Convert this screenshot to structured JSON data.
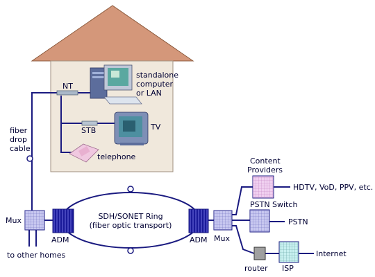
{
  "labels": {
    "nt": "NT",
    "standalone": "standalone",
    "computer": "computer",
    "or_lan": "or LAN",
    "stb": "STB",
    "tv": "TV",
    "telephone": "telephone",
    "fiber": "fiber",
    "drop": "drop",
    "cable": "cable",
    "mux_left": "Mux",
    "to_other_homes": "to other homes",
    "adm_left": "ADM",
    "ring_title": "SDH/SONET Ring",
    "ring_subtitle": "(fiber optic transport)",
    "adm_right": "ADM",
    "mux_right": "Mux",
    "content": "Content",
    "providers": "Providers",
    "hdtv": "HDTV, VoD, PPV, etc.",
    "pstn_switch": "PSTN Switch",
    "pstn": "PSTN",
    "router": "router",
    "isp": "ISP",
    "internet": "Internet"
  },
  "colors": {
    "roof": "#d4977a",
    "roof_stroke": "#8c5a3c",
    "house_wall": "#f0e8dc",
    "house_stroke": "#a09080",
    "line": "#1a1a80",
    "adm_fill": "#1a1a99",
    "box_fill": "#c8c8f0",
    "content_fill": "#f0d0f0",
    "isp_fill": "#c8f0f0",
    "router_fill": "#a0a0a0"
  }
}
